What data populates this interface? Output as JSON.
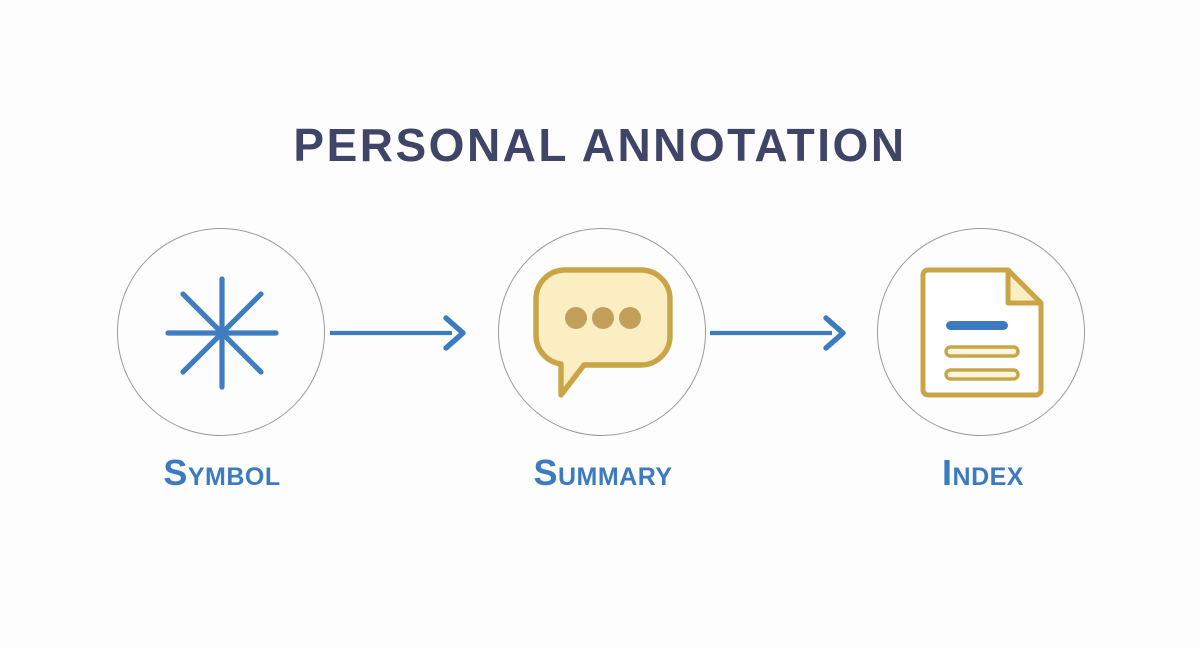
{
  "page": {
    "background_color": "#fdfdfd",
    "title": "PERSONAL ANNOTATION",
    "title_color": "#3e4566"
  },
  "theme": {
    "accent_blue": "#3c7bc0",
    "icon_blue": "#3f7cc0",
    "gold": "#c9a548",
    "gold_light": "#fbeec2",
    "gold_dot": "#c2a05a",
    "circle_stroke": "#9a9a9a",
    "title_navy": "#3e4566"
  },
  "steps": [
    {
      "id": "symbol",
      "label": "Symbol",
      "icon": "asterisk-star-icon",
      "icon_color": "#3f7cc0"
    },
    {
      "id": "summary",
      "label": "Summary",
      "icon": "speech-bubble-icon",
      "icon_color": "#c9a548"
    },
    {
      "id": "index",
      "label": "Index",
      "icon": "document-page-icon",
      "icon_color": "#c9a548"
    }
  ],
  "connectors": [
    {
      "id": "arrow-symbol-to-summary",
      "icon": "arrow-right-icon",
      "color": "#3c7bc0"
    },
    {
      "id": "arrow-summary-to-index",
      "icon": "arrow-right-icon",
      "color": "#3c7bc0"
    }
  ]
}
